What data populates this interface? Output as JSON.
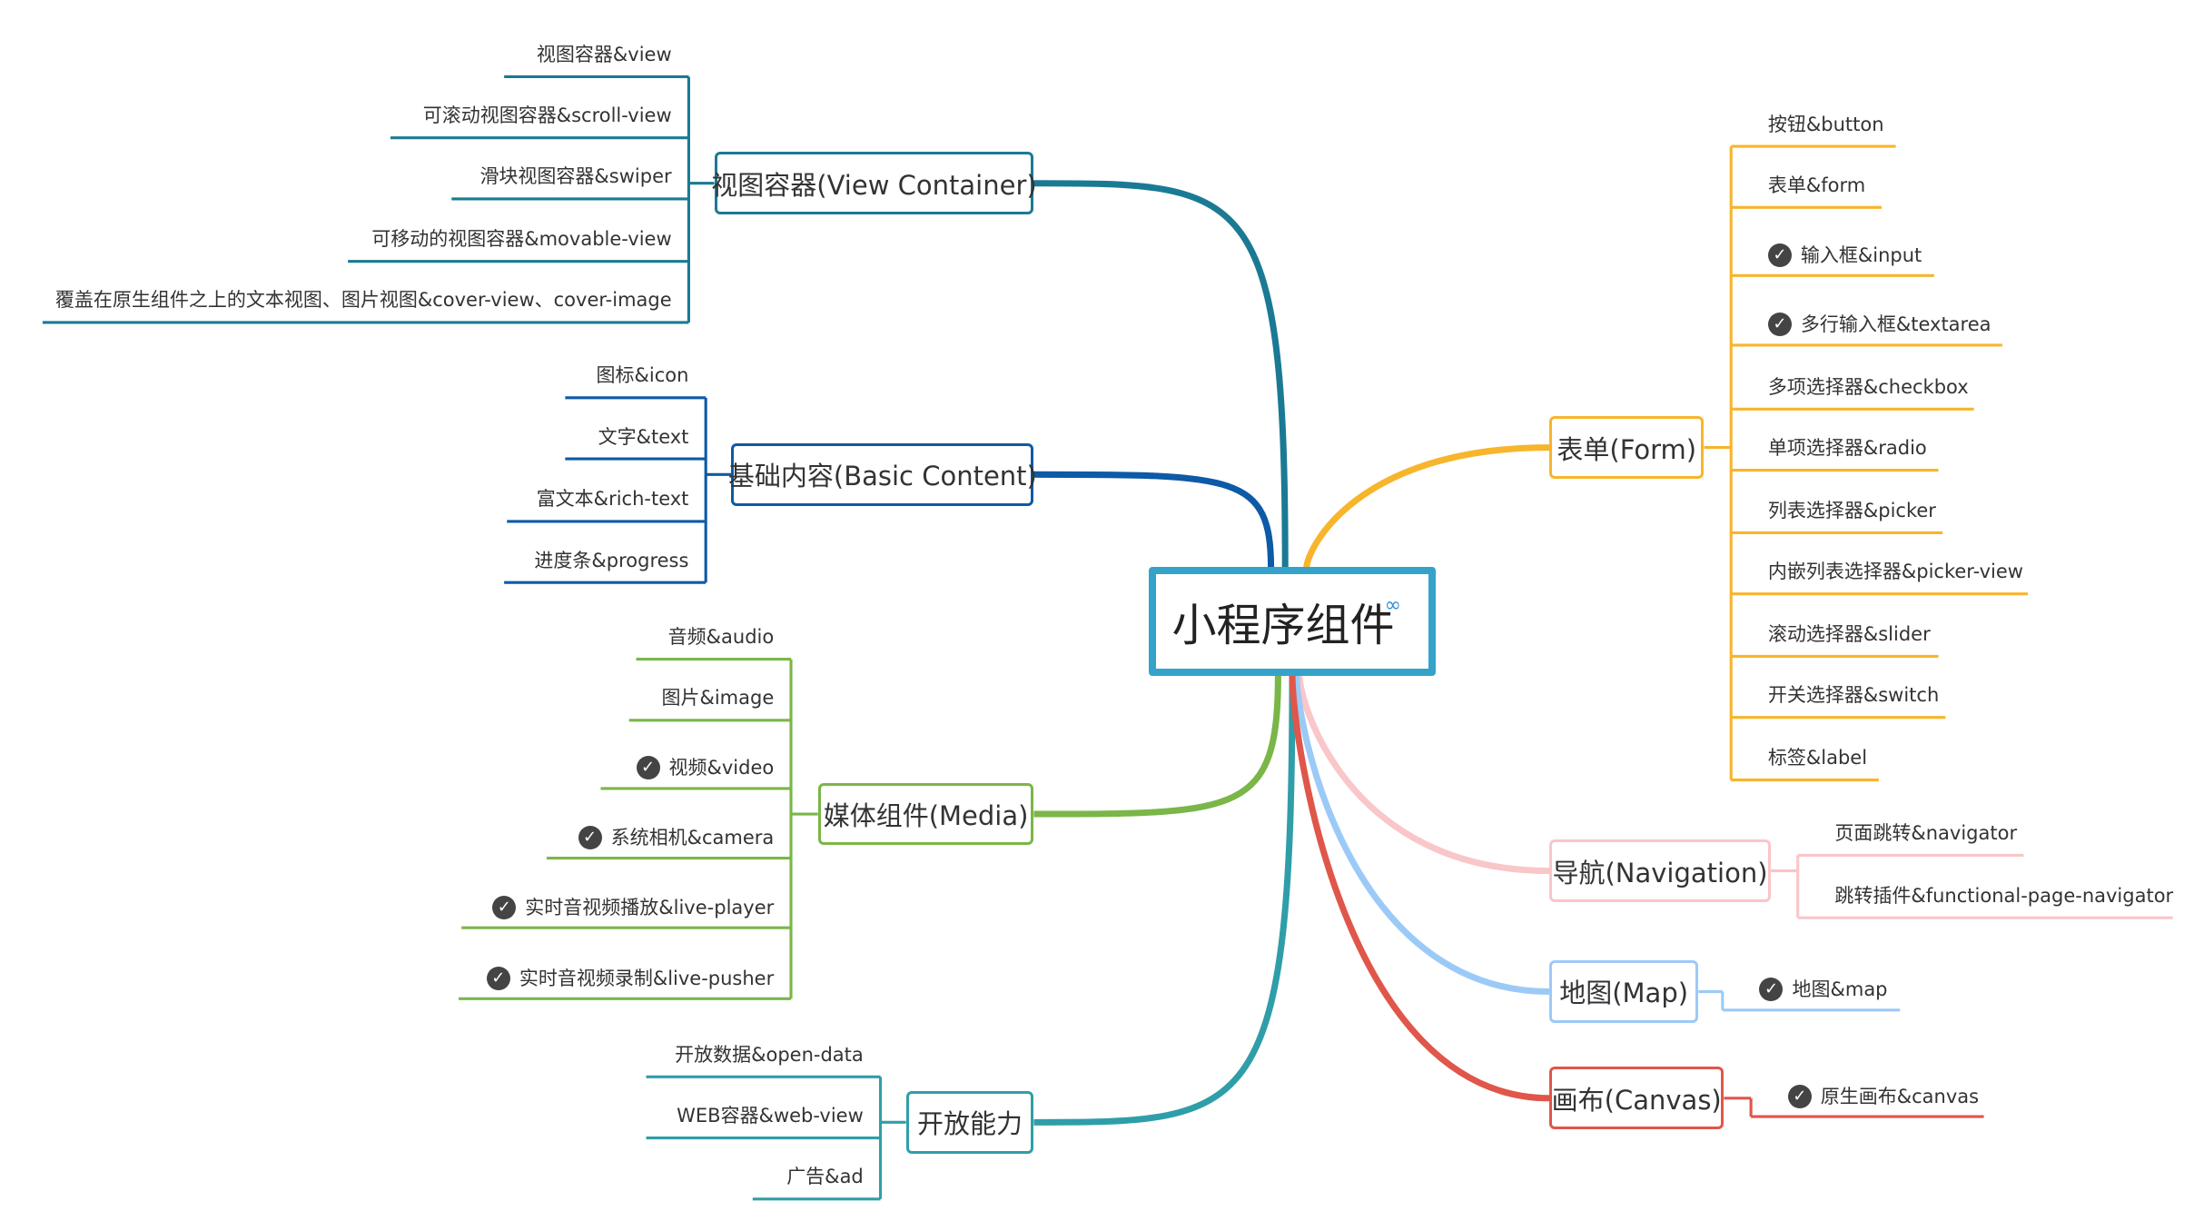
{
  "center": {
    "title": "小程序组件",
    "link_icon": "link-icon"
  },
  "colors": {
    "view": "#1a7a94",
    "basic": "#0d5aa7",
    "media": "#7ab648",
    "open": "#2f9ea8",
    "form": "#f7b52c",
    "nav": "#f9c6c9",
    "map": "#9ccaf7",
    "canvas": "#e0564a",
    "center_border": "#35a3c9"
  },
  "branches": {
    "view": {
      "label": "视图容器(View Container)",
      "items": [
        {
          "text": "视图容器&view",
          "done": false
        },
        {
          "text": "可滚动视图容器&scroll-view",
          "done": false
        },
        {
          "text": "滑块视图容器&swiper",
          "done": false
        },
        {
          "text": "可移动的视图容器&movable-view",
          "done": false
        },
        {
          "text": "覆盖在原生组件之上的文本视图、图片视图&cover-view、cover-image",
          "done": false
        }
      ]
    },
    "basic": {
      "label": "基础内容(Basic Content)",
      "items": [
        {
          "text": "图标&icon",
          "done": false
        },
        {
          "text": "文字&text",
          "done": false
        },
        {
          "text": "富文本&rich-text",
          "done": false
        },
        {
          "text": "进度条&progress",
          "done": false
        }
      ]
    },
    "media": {
      "label": "媒体组件(Media)",
      "items": [
        {
          "text": "音频&audio",
          "done": false
        },
        {
          "text": "图片&image",
          "done": false
        },
        {
          "text": "视频&video",
          "done": true
        },
        {
          "text": "系统相机&camera",
          "done": true
        },
        {
          "text": "实时音视频播放&live-player",
          "done": true
        },
        {
          "text": "实时音视频录制&live-pusher",
          "done": true
        }
      ]
    },
    "open": {
      "label": "开放能力",
      "items": [
        {
          "text": "开放数据&open-data",
          "done": false
        },
        {
          "text": "WEB容器&web-view",
          "done": false
        },
        {
          "text": "广告&ad",
          "done": false
        }
      ]
    },
    "form": {
      "label": "表单(Form)",
      "items": [
        {
          "text": "按钮&button",
          "done": false
        },
        {
          "text": "表单&form",
          "done": false
        },
        {
          "text": "输入框&input",
          "done": true
        },
        {
          "text": "多行输入框&textarea",
          "done": true
        },
        {
          "text": "多项选择器&checkbox",
          "done": false
        },
        {
          "text": "单项选择器&radio",
          "done": false
        },
        {
          "text": "列表选择器&picker",
          "done": false
        },
        {
          "text": "内嵌列表选择器&picker-view",
          "done": false
        },
        {
          "text": "滚动选择器&slider",
          "done": false
        },
        {
          "text": "开关选择器&switch",
          "done": false
        },
        {
          "text": "标签&label",
          "done": false
        }
      ]
    },
    "nav": {
      "label": "导航(Navigation)",
      "items": [
        {
          "text": "页面跳转&navigator",
          "done": false
        },
        {
          "text": "跳转插件&functional-page-navigator",
          "done": false
        }
      ]
    },
    "map": {
      "label": "地图(Map)",
      "items": [
        {
          "text": "地图&map",
          "done": true
        }
      ]
    },
    "canvas": {
      "label": "画布(Canvas)",
      "items": [
        {
          "text": "原生画布&canvas",
          "done": true
        }
      ]
    }
  },
  "icons": {
    "done": "check-circle-icon",
    "link": "link-icon"
  }
}
